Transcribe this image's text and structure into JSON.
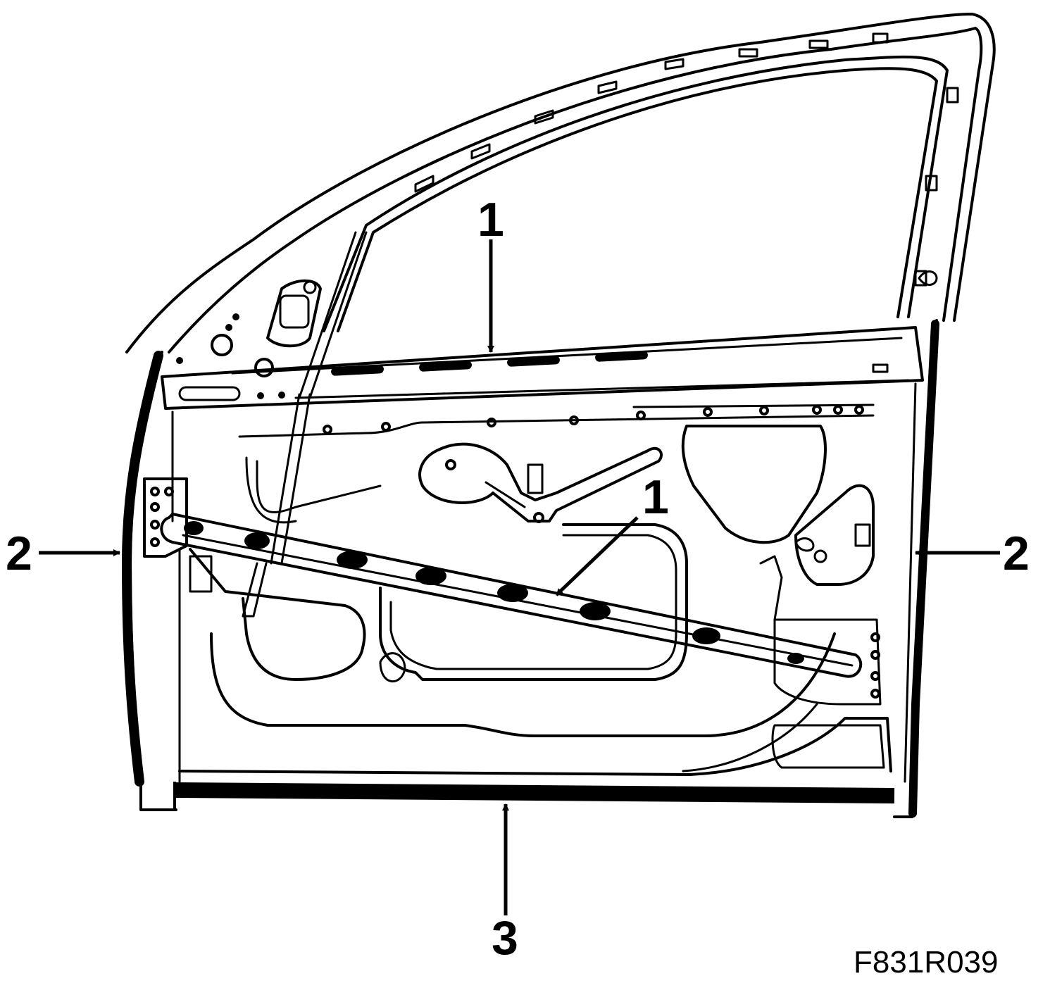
{
  "figure": {
    "code": "F831R039"
  },
  "callouts": [
    {
      "id": "1",
      "label": "1",
      "target": "upper reinforcement"
    },
    {
      "id": "1b",
      "label": "1",
      "target": "side impact bar"
    },
    {
      "id": "2-left",
      "label": "2",
      "target": "front edge seam"
    },
    {
      "id": "2-right",
      "label": "2",
      "target": "rear edge seam"
    },
    {
      "id": "3",
      "label": "3",
      "target": "lower edge seam"
    }
  ],
  "colors": {
    "line": "#000000",
    "background": "#ffffff"
  }
}
